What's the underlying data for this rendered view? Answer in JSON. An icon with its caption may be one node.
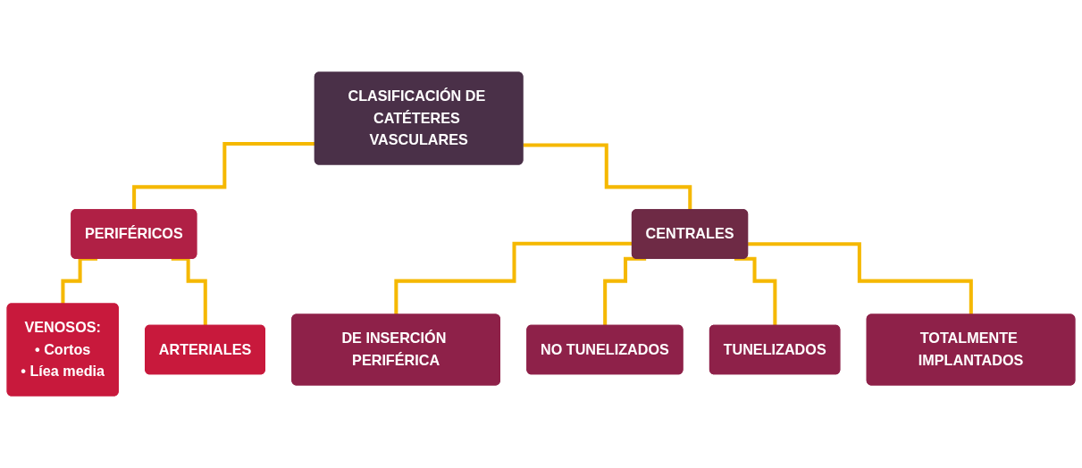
{
  "diagram": {
    "nodes": [
      {
        "text": [
          "CLASIFICACIÓN DE CATÉTERES VASCULARES"
        ]
      },
      {
        "text": [
          "PERIFÉRICOS"
        ]
      },
      {
        "text": [
          "CENTRALES"
        ]
      },
      {
        "text": [
          "VENOSOS:",
          "• Cortos",
          "• Líea media"
        ]
      },
      {
        "text": [
          "ARTERIALES"
        ]
      },
      {
        "text": [
          "DE INSERCIÓN PERIFÉRICA"
        ]
      },
      {
        "text": [
          "NO TUNELIZADOS"
        ]
      },
      {
        "text": [
          "TUNELIZADOS"
        ]
      },
      {
        "text": [
          "TOTALMENTE IMPLANTADOS"
        ]
      }
    ],
    "edges": [
      {
        "from": 0,
        "to": 1,
        "arrow": "none"
      },
      {
        "from": 0,
        "to": 2,
        "arrow": "none"
      },
      {
        "from": 1,
        "to": 3,
        "arrow": "none"
      },
      {
        "from": 1,
        "to": 4,
        "arrow": "none"
      },
      {
        "from": 2,
        "to": 5,
        "arrow": "none"
      },
      {
        "from": 2,
        "to": 6,
        "arrow": "none"
      },
      {
        "from": 2,
        "to": 7,
        "arrow": "none"
      },
      {
        "from": 2,
        "to": 8,
        "arrow": "none"
      }
    ]
  }
}
